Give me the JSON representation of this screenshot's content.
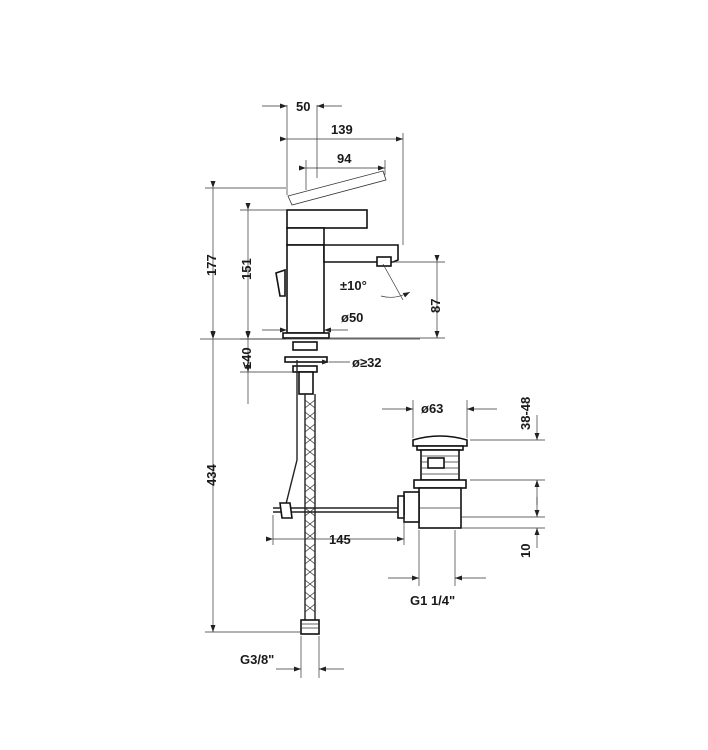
{
  "dimensions": {
    "top_offset": "50",
    "total_reach": "139",
    "spout_reach": "94",
    "body_height": "177",
    "spout_height": "151",
    "spout_swivel": "±10°",
    "spout_clearance": "87",
    "body_diameter": "ø50",
    "max_counter": "≤40",
    "hole_diameter": "ø≥32",
    "waste_diameter": "ø63",
    "plug_stroke": "38-48",
    "hose_length": "434",
    "rod_length": "145",
    "waste_offset": "10",
    "waste_thread": "G1 1/4\"",
    "hose_thread": "G3/8\""
  }
}
